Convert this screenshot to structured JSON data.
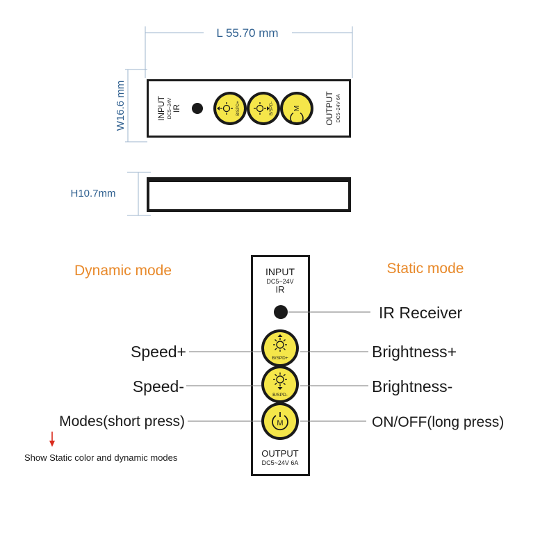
{
  "dimensions": {
    "length": "L 55.70 mm",
    "width": "W16.6 mm",
    "height": "H10.7mm"
  },
  "device": {
    "input_label": "INPUT",
    "input_spec": "DC5~24V",
    "ir_label": "IR",
    "output_label": "OUTPUT",
    "output_spec": "DC5~24V 6A",
    "button_plus_label": "B/SPD+",
    "button_minus_label": "B/SPD-",
    "mode_button_symbol": "M"
  },
  "modes": {
    "dynamic_title": "Dynamic mode",
    "static_title": "Static mode"
  },
  "callouts": {
    "ir_receiver": "IR Receiver",
    "speed_plus": "Speed+",
    "speed_minus": "Speed-",
    "brightness_plus": "Brightness+",
    "brightness_minus": "Brightness-",
    "modes_short_press": "Modes(short press)",
    "on_off_long_press": "ON/OFF(long press)",
    "show_static_note": "Show Static color and dynamic modes"
  },
  "colors": {
    "dimension_text": "#2e5f8f",
    "dimension_line": "#9db4cc",
    "mode_title": "#e8892a",
    "button_fill": "#f5e64a",
    "arrow_red": "#d92a1c",
    "outline": "#1a1a1a"
  },
  "icons": [
    "brightness-speed-up-icon",
    "brightness-speed-down-icon",
    "mode-power-icon",
    "ir-receiver-dot",
    "down-arrow-icon"
  ]
}
